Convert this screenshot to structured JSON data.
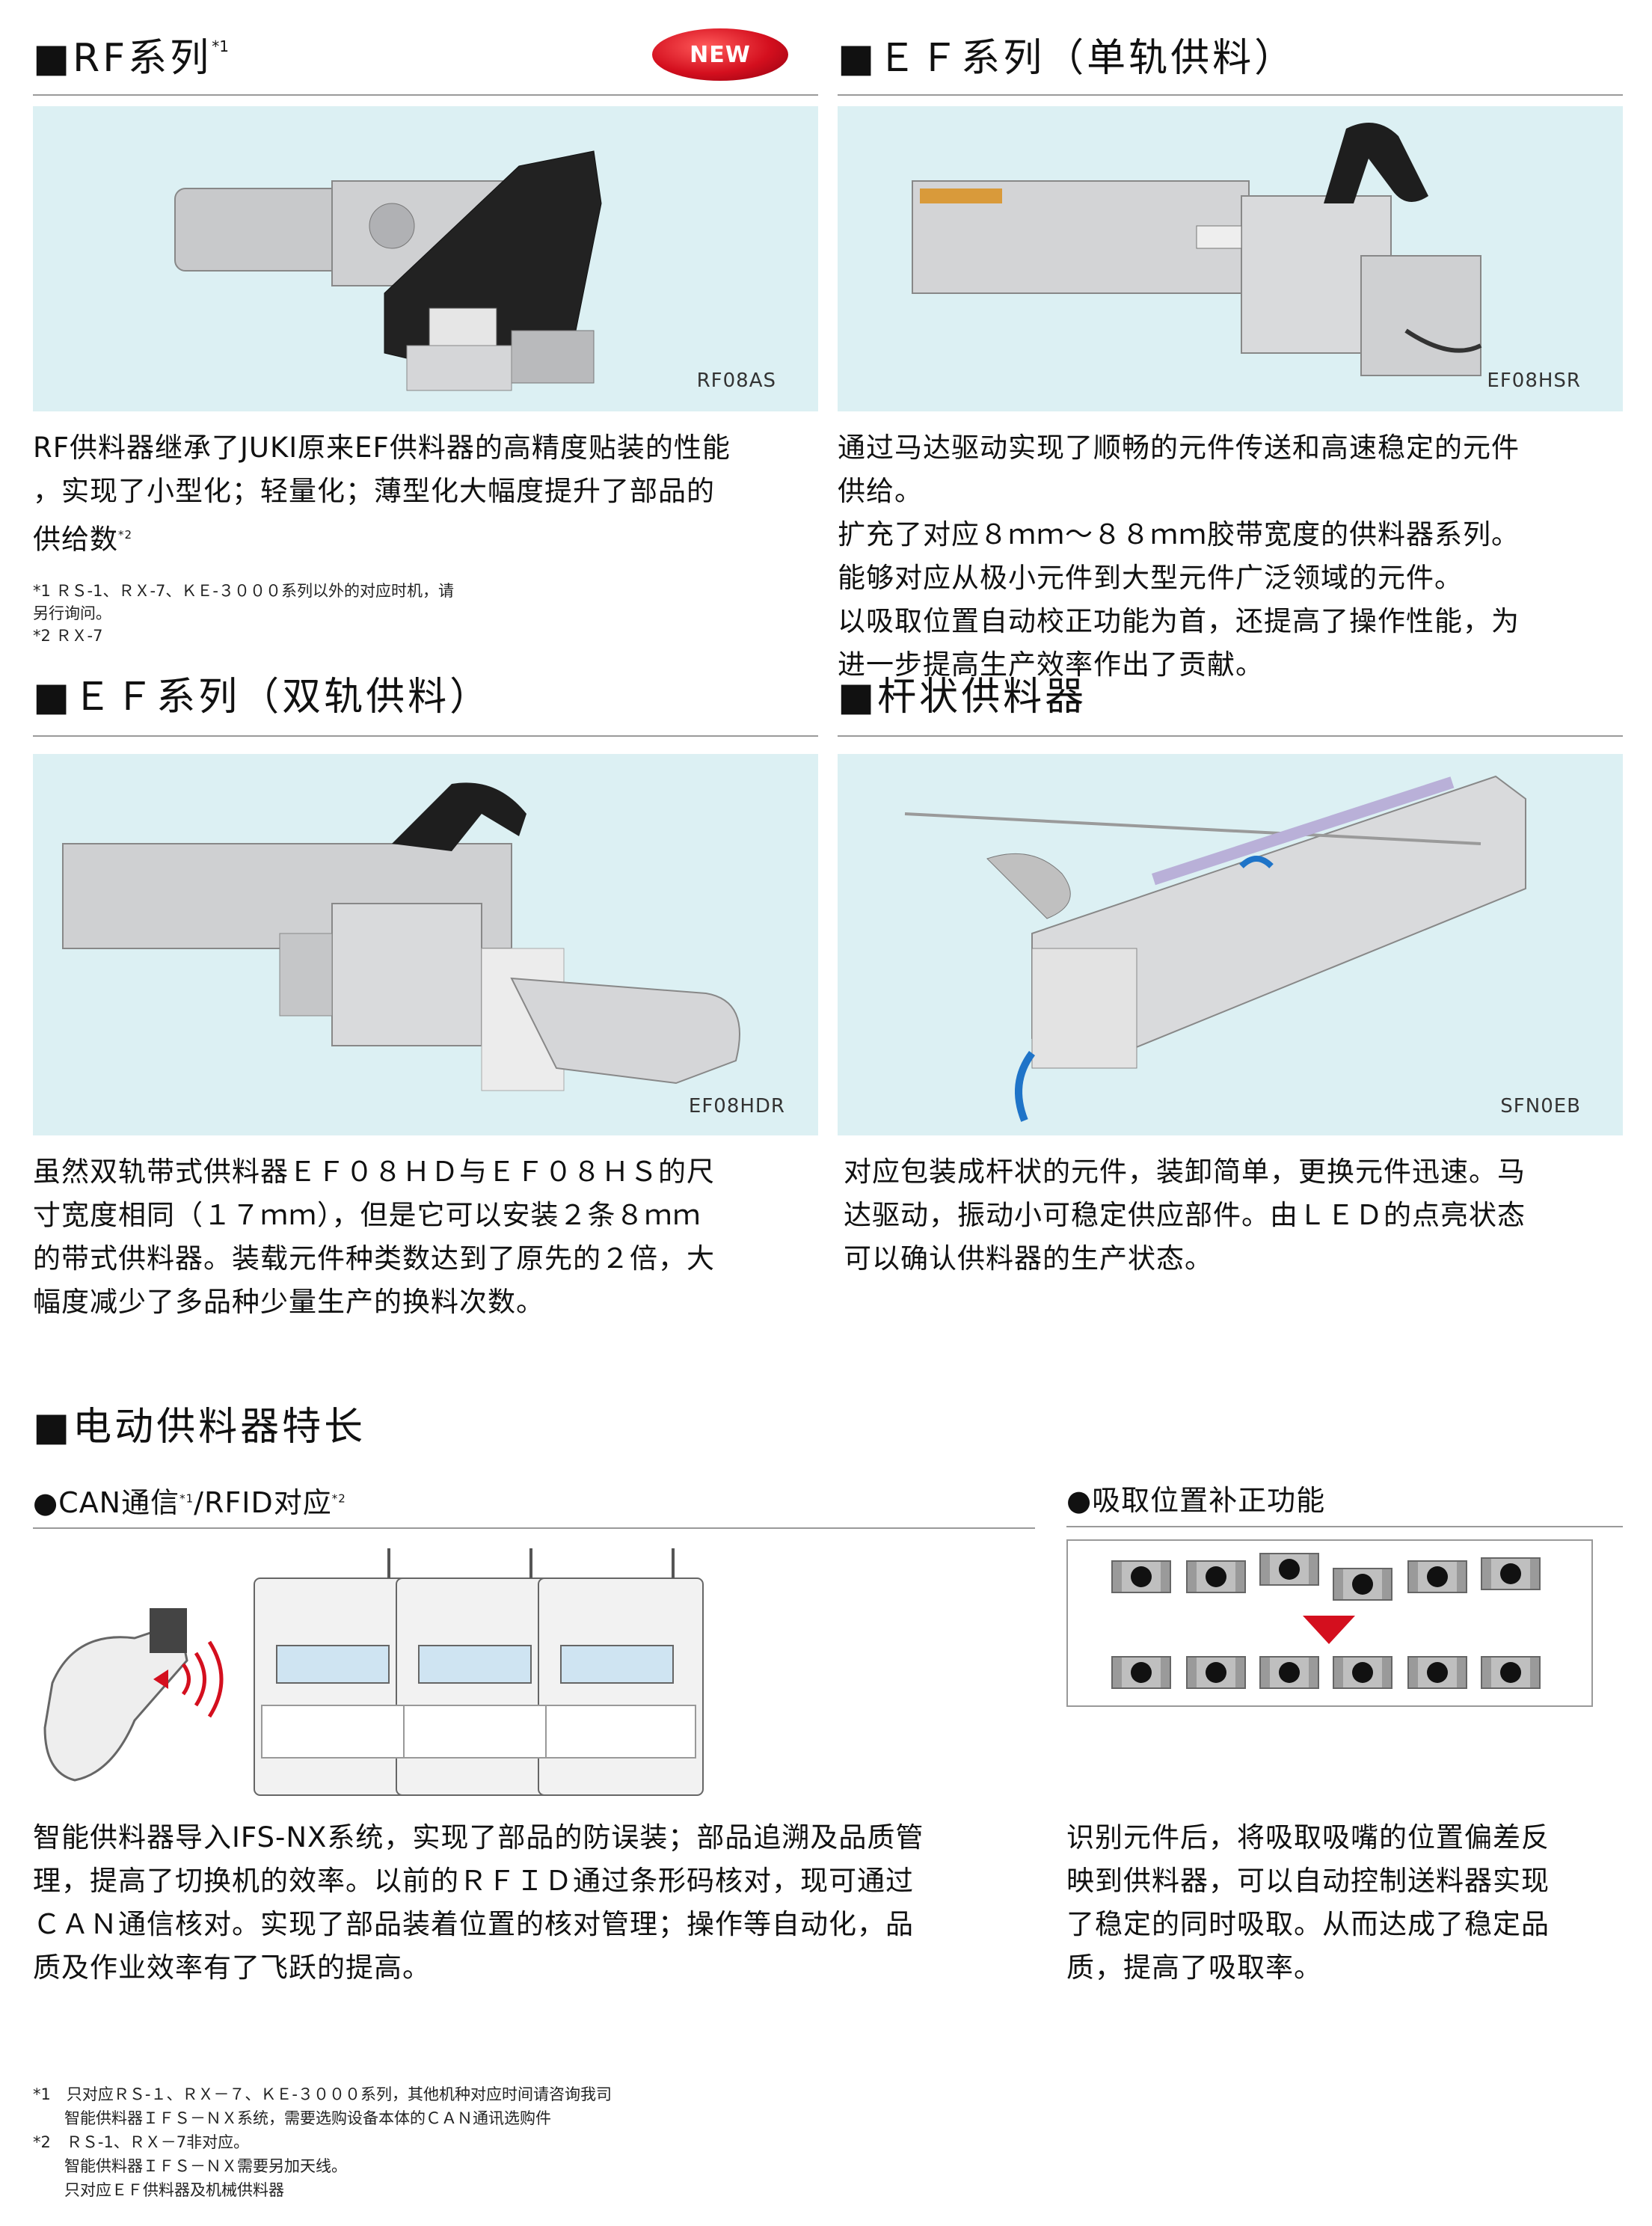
{
  "rf": {
    "title": "RF系列",
    "title_sup": "*1",
    "badge": "NEW",
    "model": "RF08AS",
    "desc": [
      "RF供料器继承了JUKI原来EF供料器的高精度贴装的性能",
      "，实现了小型化；轻量化；薄型化大幅度提升了部品的",
      "供给数"
    ],
    "desc_sup": "*2",
    "notes": [
      "*1 ＲＳ-1、ＲＸ-7、ＫＥ-３０００系列以外的对应时机，请",
      "另行询问。",
      "*2 ＲＸ-7"
    ]
  },
  "ef_single": {
    "title": "ＥＦ系列（单轨供料）",
    "model": "EF08HSR",
    "desc": [
      "通过马达驱动实现了顺畅的元件传送和高速稳定的元件",
      "供给。",
      "扩充了对应８ｍｍ～８８ｍｍ胶带宽度的供料器系列。",
      "能够对应从极小元件到大型元件广泛领域的元件。",
      "以吸取位置自动校正功能为首，还提高了操作性能，为",
      "进一步提高生产效率作出了贡献。"
    ]
  },
  "ef_dual": {
    "title": "ＥＦ系列（双轨供料）",
    "model": "EF08HDR",
    "desc": [
      "虽然双轨带式供料器ＥＦ０８ＨＤ与ＥＦ０８ＨＳ的尺",
      "寸宽度相同（１７ｍｍ），但是它可以安装２条８ｍｍ",
      "的带式供料器。装载元件种类数达到了原先的２倍，大",
      "幅度减少了多品种少量生产的换料次数。"
    ]
  },
  "stick": {
    "title": "杆状供料器",
    "model": "SFN0EB",
    "desc": [
      "对应包装成杆状的元件，装卸简单，更换元件迅速。马",
      "达驱动，振动小可稳定供应部件。由ＬＥＤ的点亮状态",
      "可以确认供料器的生产状态。"
    ]
  },
  "features": {
    "title": "电动供料器特长",
    "can": {
      "title_a": "●CAN通信",
      "sup_a": "*1",
      "title_b": "/RFID对应",
      "sup_b": "*2",
      "desc": [
        "智能供料器导入IFS-NX系统，实现了部品的防误装；部品追溯及品质管",
        "理，提高了切换机的效率。以前的ＲＦＩＤ通过条形码核对，现可通过",
        "ＣＡＮ通信核对。实现了部品装着位置的核对管理；操作等自动化，品",
        "质及作业效率有了飞跃的提高。"
      ]
    },
    "suction": {
      "title": "●吸取位置补正功能",
      "desc": [
        "识别元件后，将吸取吸嘴的位置偏差反",
        "映到供料器，可以自动控制送料器实现",
        "了稳定的同时吸取。从而达成了稳定品",
        "质，提高了吸取率。"
      ]
    }
  },
  "footnotes": [
    "*1　只对应ＲＳ-１、ＲＸ－７、ＫＥ-３０００系列，其他机种对应时间请咨询我司",
    "　　智能供料器ＩＦＳ－ＮＸ系统，需要选购设备本体的ＣＡＮ通讯选购件",
    "*2　ＲＳ-1、ＲＸ－7非对应。",
    "　　智能供料器ＩＦＳ－ＮＸ需要另加天线。",
    "　　只对应ＥＦ供料器及机械供料器"
  ],
  "colors": {
    "photo_bg": "#dcf0f3",
    "badge_red": "#d40f1e",
    "arrow_red": "#d40f1e"
  },
  "icons": [
    "feeder-photo",
    "machine-line-illustration",
    "radio-wave-icon",
    "down-arrow-icon",
    "chip-icon"
  ]
}
